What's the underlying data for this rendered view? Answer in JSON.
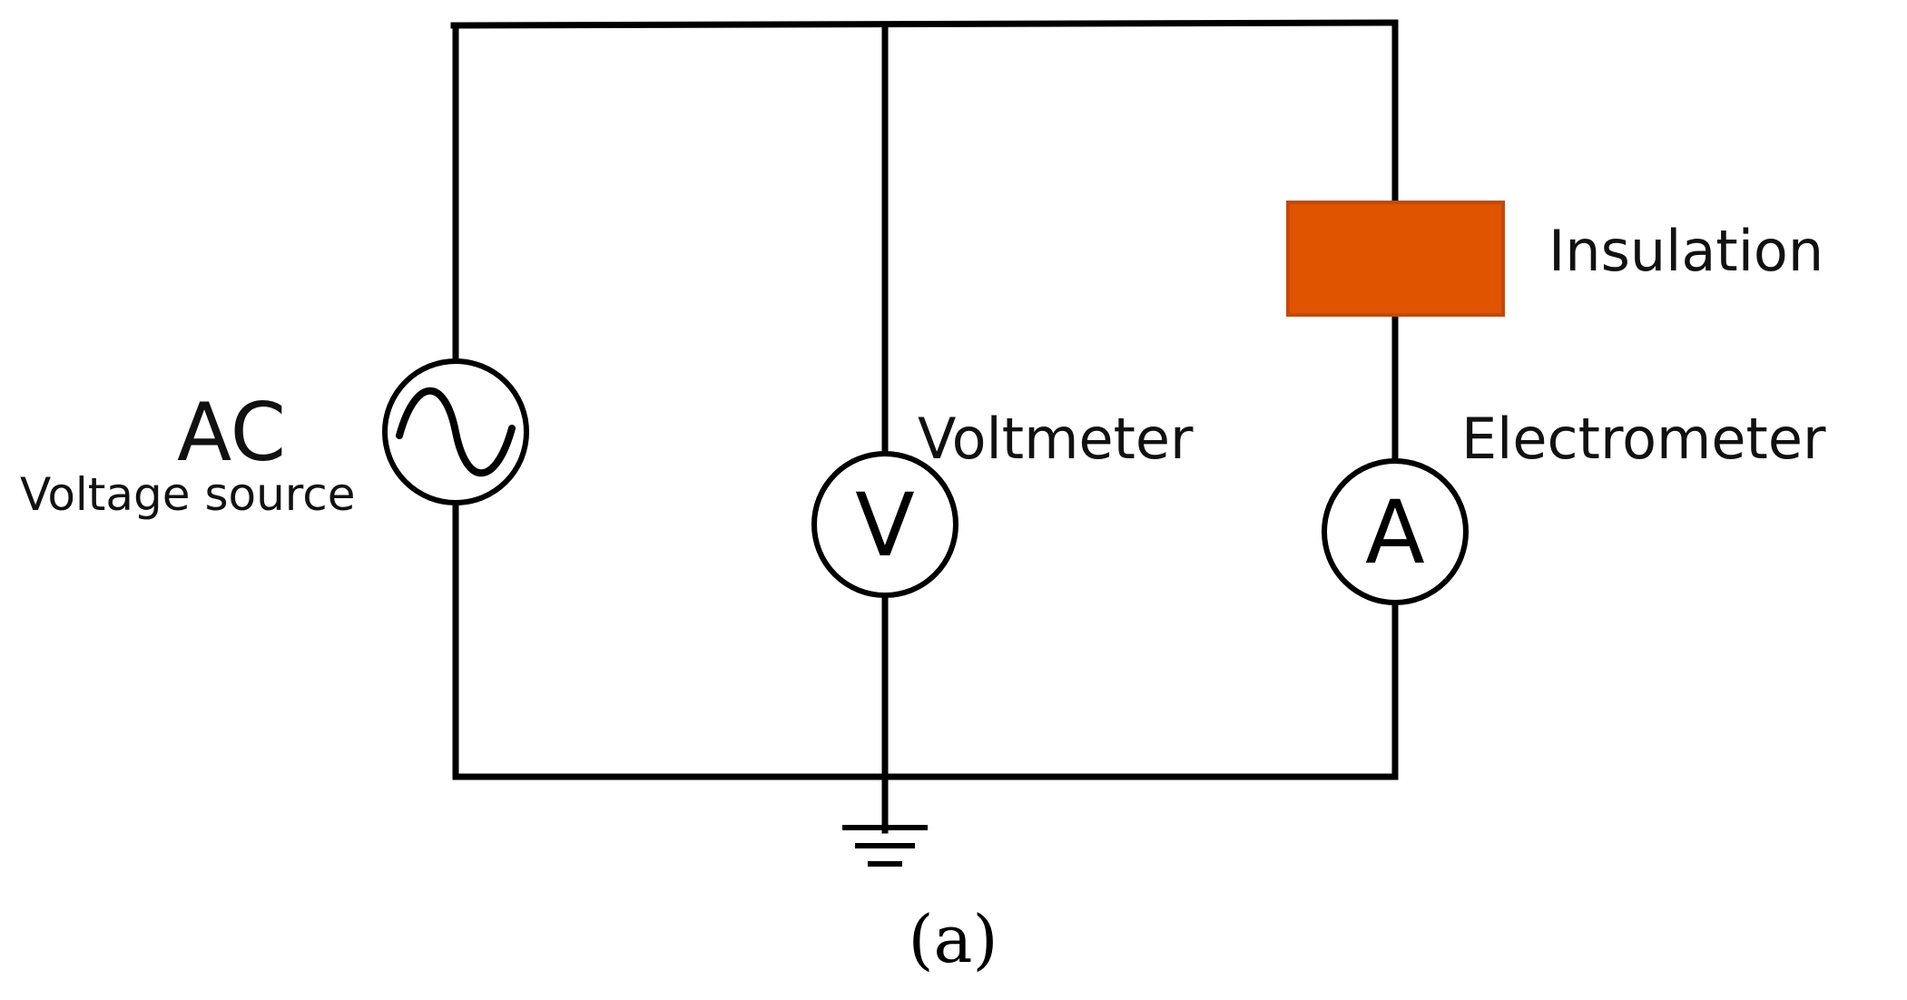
{
  "labels": {
    "ac": "AC",
    "voltage_source": "Voltage source",
    "voltmeter": "Voltmeter",
    "insulation": "Insulation",
    "electrometer": "Electrometer",
    "voltmeter_symbol": "V",
    "ammeter_symbol": "A",
    "caption": "(a)"
  },
  "colors": {
    "insulation_fill": "#E05400",
    "insulation_stroke": "#C04A10",
    "wire": "#000000"
  }
}
